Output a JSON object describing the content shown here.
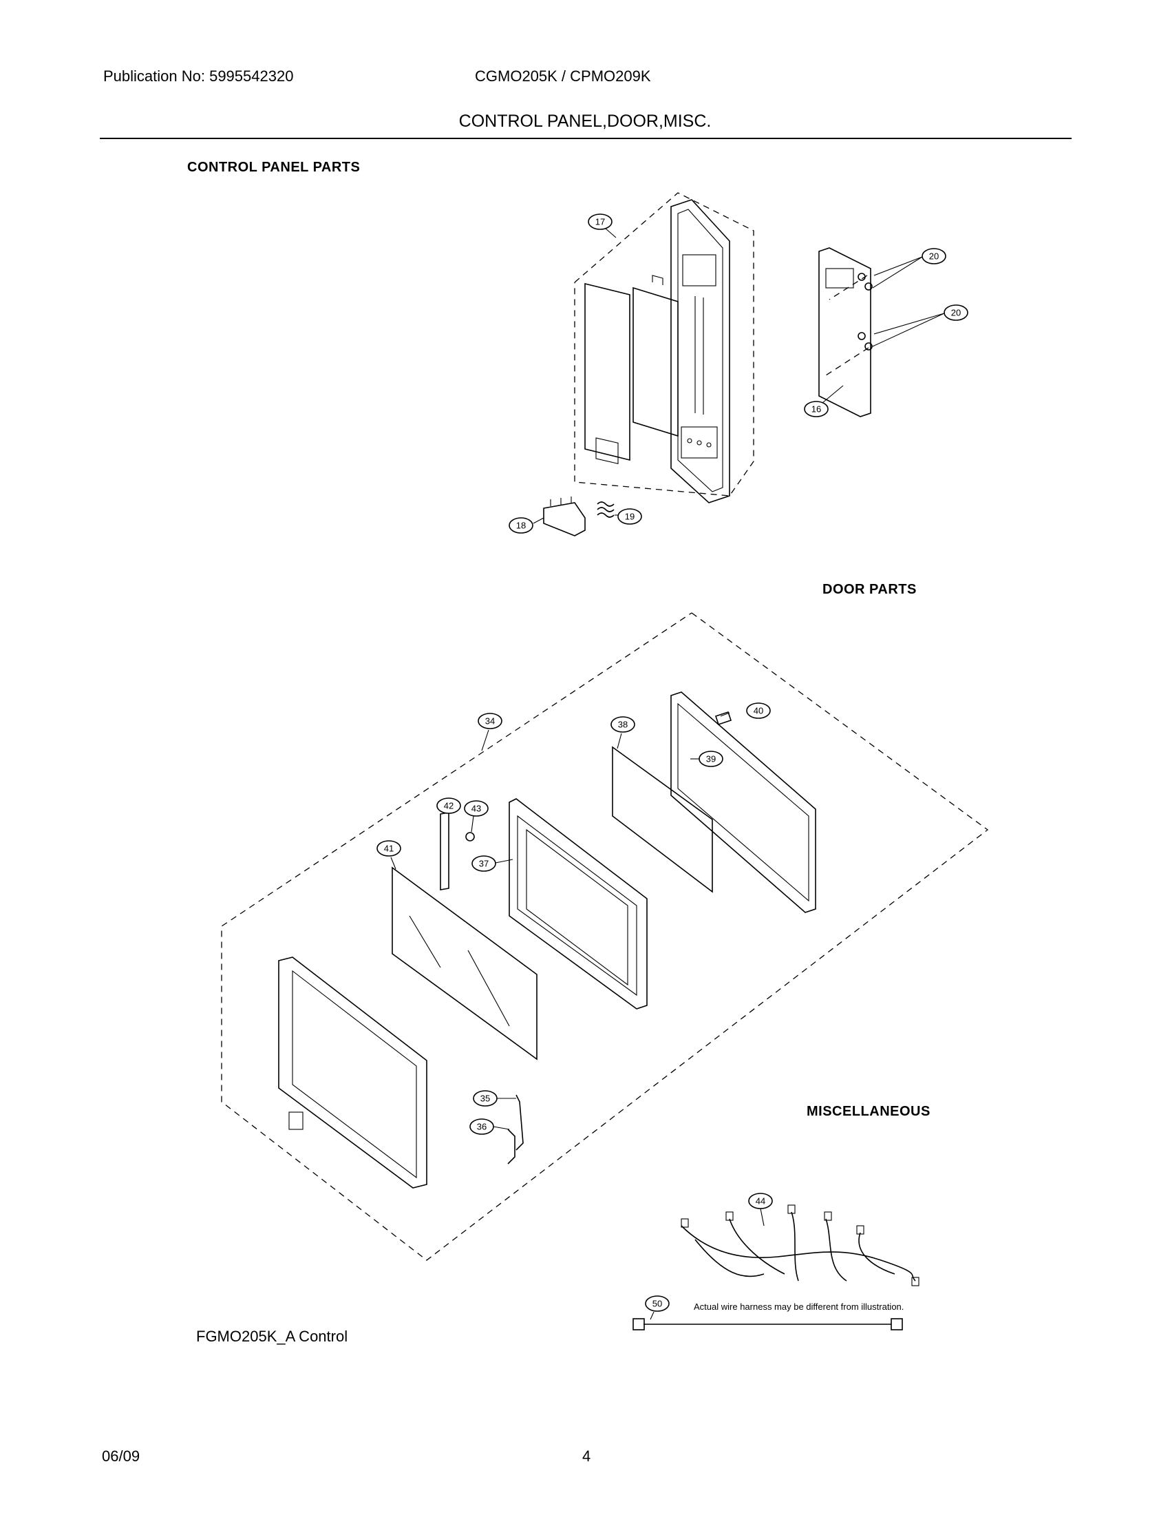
{
  "header": {
    "publication": "Publication No: 5995542320",
    "models": "CGMO205K / CPMO209K",
    "title": "CONTROL PANEL,DOOR,MISC."
  },
  "sections": {
    "control_panel": "CONTROL PANEL PARTS",
    "door": "DOOR PARTS",
    "misc": "MISCELLANEOUS"
  },
  "callouts": {
    "c17": "17",
    "c20a": "20",
    "c20b": "20",
    "c16": "16",
    "c18": "18",
    "c19": "19",
    "c34": "34",
    "c40": "40",
    "c38": "38",
    "c39": "39",
    "c42": "42",
    "c43": "43",
    "c41": "41",
    "c37": "37",
    "c35": "35",
    "c36": "36",
    "c44": "44",
    "c50": "50"
  },
  "note": "Actual wire harness may be different from illustration.",
  "footer": {
    "control_id": "FGMO205K_A Control",
    "date": "06/09",
    "page": "4"
  }
}
